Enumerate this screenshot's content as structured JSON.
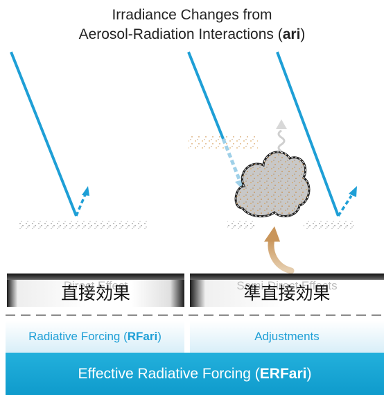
{
  "title": {
    "line1": "Irradiance Changes from",
    "line2_pre": "Aerosol-Radiation Interactions (",
    "line2_bold": "ari",
    "line2_post": ")"
  },
  "panels": {
    "left": {
      "label_en": "Direct Effect",
      "label_jp": "直接効果"
    },
    "right": {
      "label_en": "Semi-Direct Effects",
      "label_jp": "準直接効果"
    }
  },
  "forcing": {
    "rf_pre": "Radiative Forcing (",
    "rf_bold": "RFari",
    "rf_post": ")",
    "adjustments": "Adjustments",
    "erf_pre": "Effective Radiative Forcing (",
    "erf_bold": "ERFari",
    "erf_post": ")"
  },
  "colors": {
    "sun_ray": "#1e9fd6",
    "aerosol": "#b0b0b0",
    "warm_aerosol": "#d9973a",
    "cloud_fill": "#c8c8c8",
    "heat_arrow": "#d9b48a",
    "erf_box": "#15a4d4"
  }
}
